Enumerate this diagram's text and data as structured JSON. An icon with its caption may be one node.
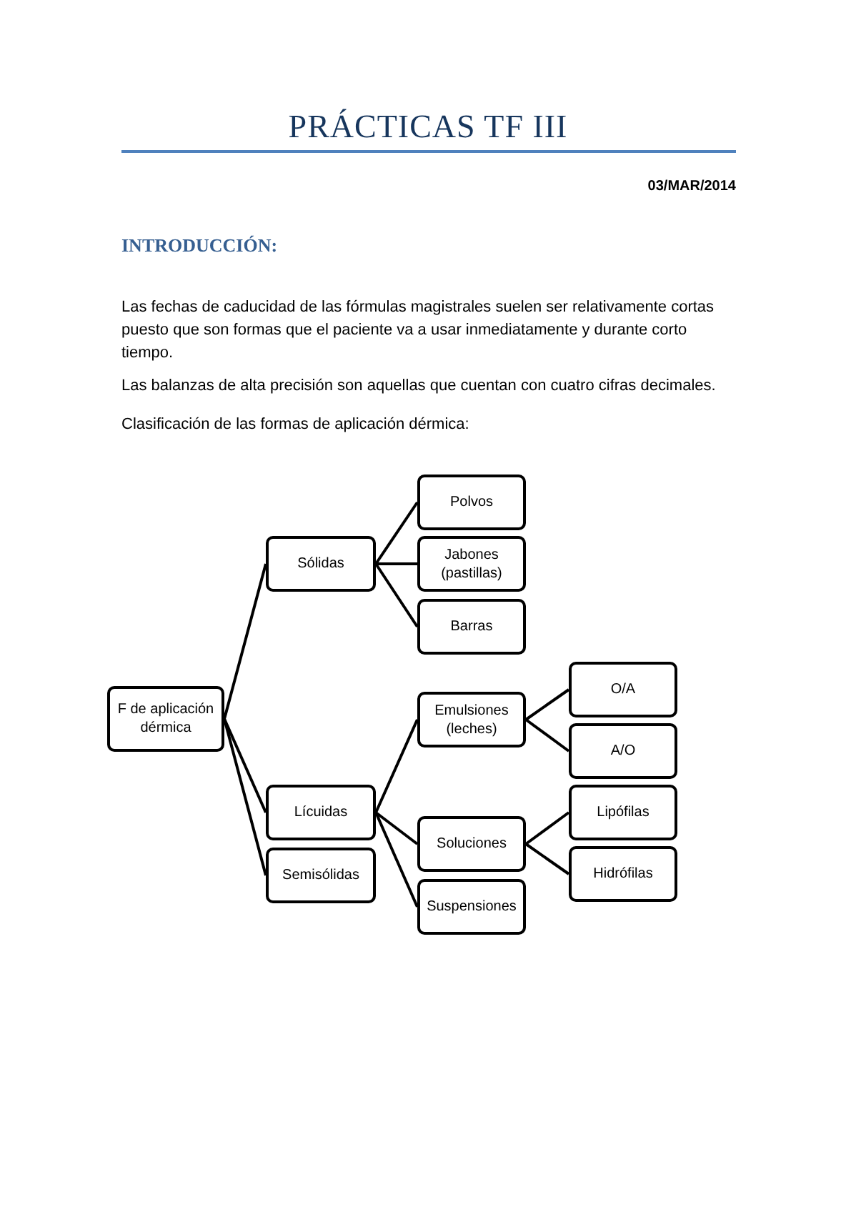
{
  "diagram": {
    "title": "PRÁCTICAS TF III",
    "nodes": [
      {
        "text": [
          "F de aplicación dérmica"
        ]
      },
      {
        "text": [
          "Sólidas"
        ]
      },
      {
        "text": [
          "Polvos"
        ]
      },
      {
        "text": [
          "Jabones (pastillas)"
        ]
      },
      {
        "text": [
          "Barras"
        ]
      },
      {
        "text": [
          "Lícuidas"
        ]
      },
      {
        "text": [
          "Emulsiones (leches)"
        ]
      },
      {
        "text": [
          "O/A"
        ]
      },
      {
        "text": [
          "A/O"
        ]
      },
      {
        "text": [
          "Soluciones"
        ]
      },
      {
        "text": [
          "Lipófilas"
        ]
      },
      {
        "text": [
          "Hidrófilas"
        ]
      },
      {
        "text": [
          "Suspensiones"
        ]
      },
      {
        "text": [
          "Semisólidas"
        ]
      }
    ],
    "edges": [
      {
        "from": 0,
        "to": 1,
        "arrow": "none"
      },
      {
        "from": 0,
        "to": 5,
        "arrow": "none"
      },
      {
        "from": 0,
        "to": 13,
        "arrow": "none"
      },
      {
        "from": 1,
        "to": 2,
        "arrow": "none"
      },
      {
        "from": 1,
        "to": 3,
        "arrow": "none"
      },
      {
        "from": 1,
        "to": 4,
        "arrow": "none"
      },
      {
        "from": 5,
        "to": 6,
        "arrow": "none"
      },
      {
        "from": 5,
        "to": 9,
        "arrow": "none"
      },
      {
        "from": 5,
        "to": 12,
        "arrow": "none"
      },
      {
        "from": 6,
        "to": 7,
        "arrow": "none"
      },
      {
        "from": 6,
        "to": 8,
        "arrow": "none"
      },
      {
        "from": 9,
        "to": 10,
        "arrow": "none"
      },
      {
        "from": 9,
        "to": 11,
        "arrow": "none"
      }
    ],
    "labels": [
      "03/MAR/2014",
      "INTRODUCCIÓN:",
      "Las fechas de caducidad de las fórmulas magistrales suelen ser relativamente cortas puesto que son formas que el paciente va a usar inmediatamente y durante corto tiempo.",
      "Las balanzas de alta precisión son aquellas que cuentan con cuatro cifras decimales.",
      "Clasificación de las formas de aplicación dérmica:"
    ]
  }
}
